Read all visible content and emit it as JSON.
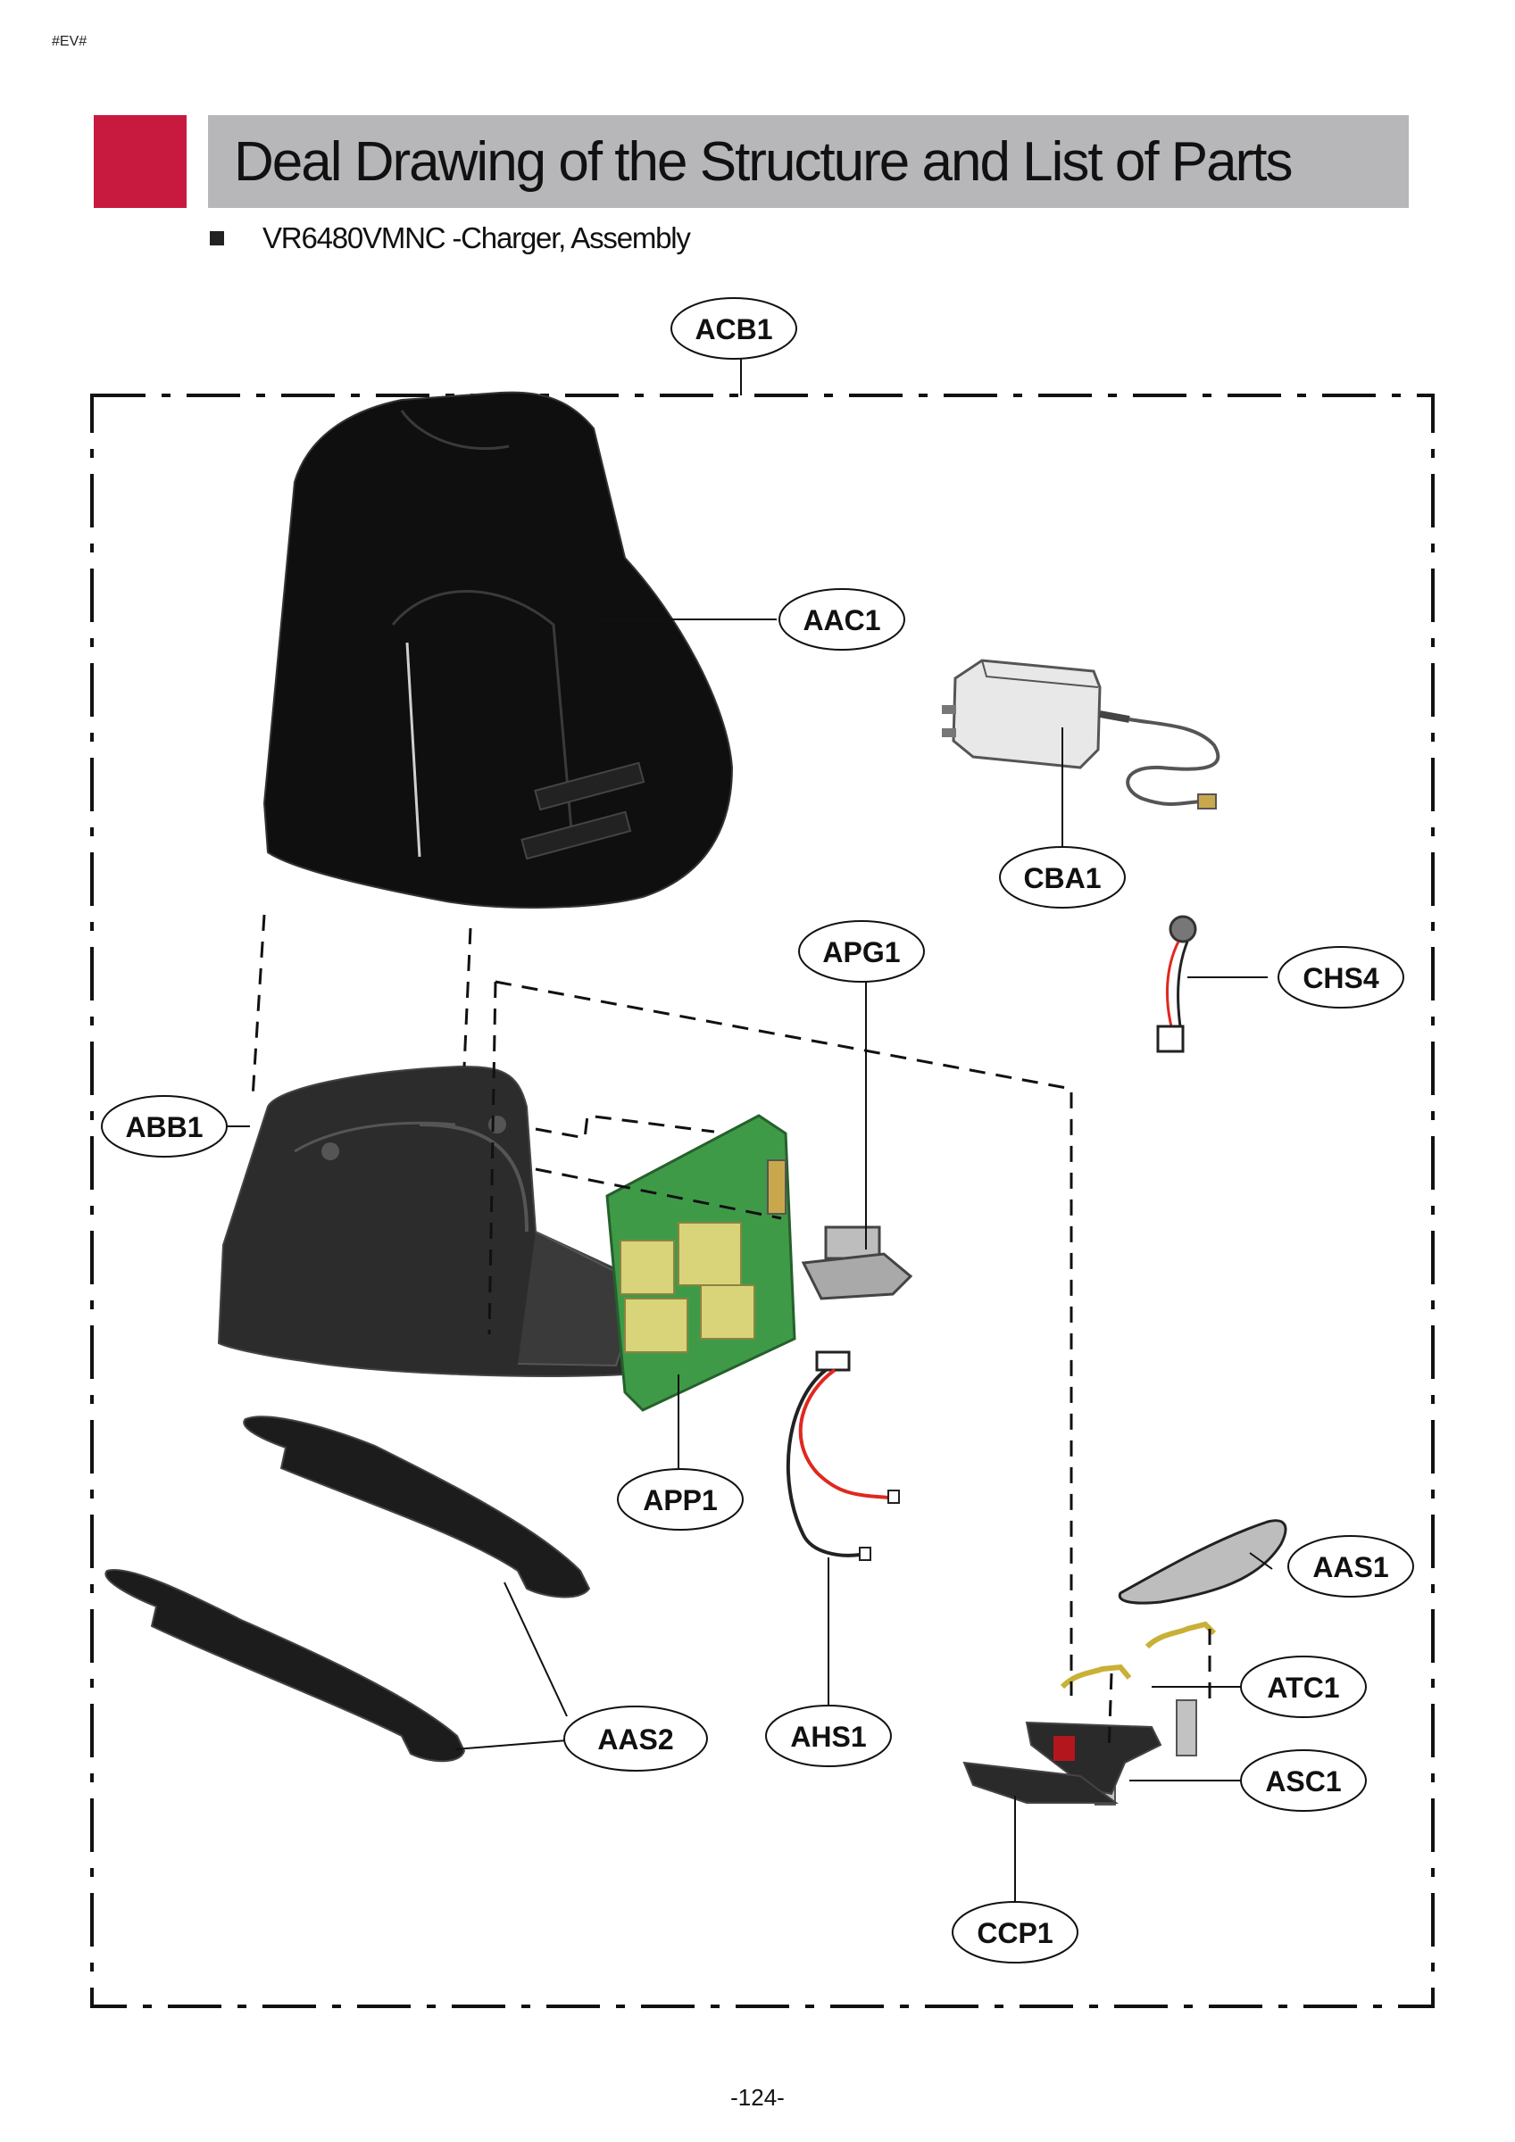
{
  "page": {
    "corner_tag": "#EV#",
    "title": "Deal Drawing of the Structure and List of Parts",
    "subtitle": "VR6480VMNC -Charger, Assembly",
    "page_number": "-124-"
  },
  "parts": {
    "acb1": "ACB1",
    "aac1": "AAC1",
    "cba1": "CBA1",
    "apg1": "APG1",
    "chs4": "CHS4",
    "abb1": "ABB1",
    "app1": "APP1",
    "aas1": "AAS1",
    "atc1": "ATC1",
    "aas2": "AAS2",
    "ahs1": "AHS1",
    "asc1": "ASC1",
    "ccp1": "CCP1"
  },
  "colors": {
    "accent_red": "#c8193f",
    "title_bar_gray": "#b7b7b9",
    "pcb_green": "#3f9a48",
    "component_yellow": "#d9d37a",
    "wire_red": "#e0281f"
  }
}
